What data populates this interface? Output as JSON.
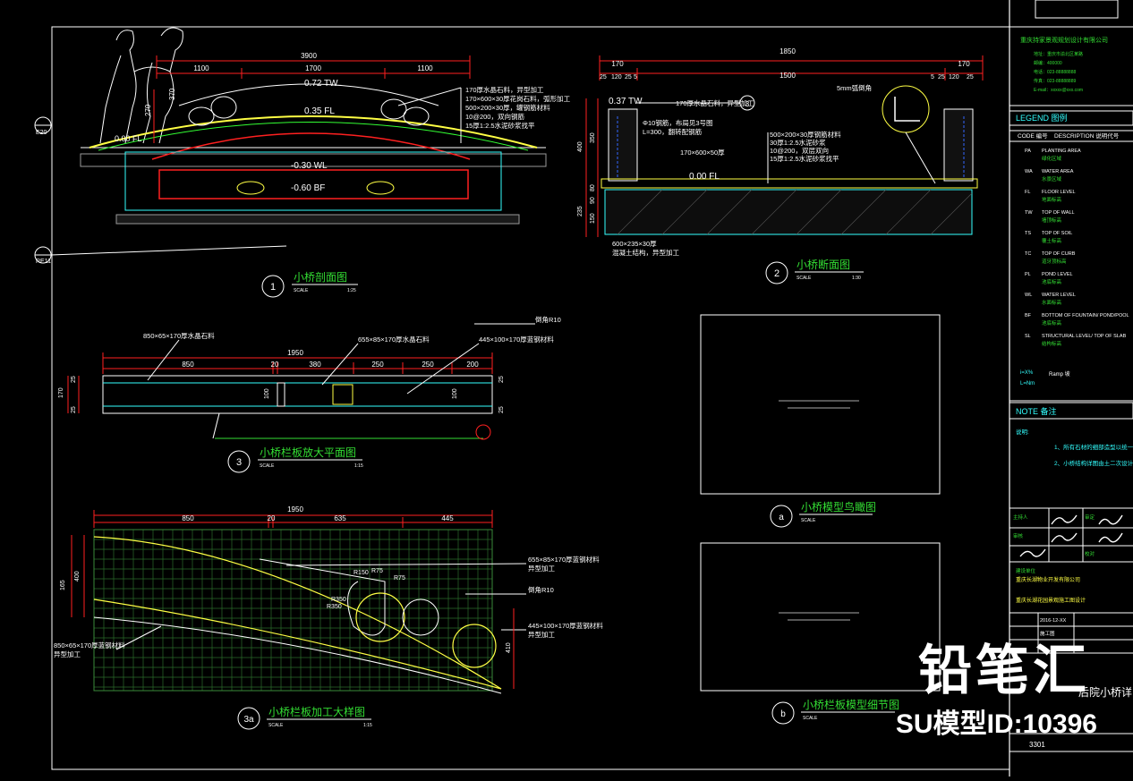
{
  "drawing": {
    "title_1": "小桥剖面图",
    "scale_1": "1:25",
    "title_2": "小桥断面图",
    "scale_2": "1:30",
    "title_3": "小桥栏板放大平面图",
    "scale_3": "1:15",
    "title_3a": "小桥栏板加工大样图",
    "scale_3a": "1:15",
    "title_a": "小桥模型鸟瞰图",
    "title_b": "小桥栏板模型细节图",
    "scale_label": "SCALE",
    "num_1": "1",
    "num_2": "2",
    "num_3": "3",
    "num_3a": "3a",
    "num_a": "a",
    "num_b": "b"
  },
  "section1": {
    "dim_total": "3900",
    "dim_left": "1100",
    "dim_mid": "1700",
    "dim_right": "1100",
    "tw": "0.72 TW",
    "fl": "0.35 FL",
    "wl": "-0.30 WL",
    "bf": "-0.60 BF",
    "fl0": "0.00 FL",
    "dim_370": "370",
    "dim_270": "270",
    "tag_ref": "E20",
    "tag_ref2": "RE11",
    "notes": [
      "170厚水晶石料，异型加工",
      "170×600×30厚花岗石料，弧形加工",
      "500×200×30厚，罐钢筋材料",
      "10@200，双向钢筋",
      "15厚1:2.5水泥砂浆找平"
    ]
  },
  "section2": {
    "dim_total": "1850",
    "dim_a": "170",
    "dim_b": "1500",
    "dim_c": "170",
    "dims_small": [
      "25",
      "120",
      "25",
      "5",
      "5",
      "25",
      "120",
      "25"
    ],
    "tw": "0.37 TW",
    "fl": "0.00 FL",
    "callout": "3",
    "note_5mm": "5mm弧倒角",
    "notes": [
      "170厚水晶石料，异型加工",
      "Φ10钢筋，布局见3号图",
      "L=300，翻转配钢筋",
      "170×600×50厚",
      "500×200×30厚钢筋材料",
      "30厚1:2.5水泥砂浆",
      "10@200，双层双向",
      "15厚1:2.5水泥砂浆找平"
    ],
    "bottom_note": "600×235×30厚",
    "bottom_note2": "混凝土结构，异型加工",
    "dims_v": [
      "400",
      "350",
      "80",
      "150",
      "235",
      "90"
    ]
  },
  "plan3": {
    "dim_total": "1950",
    "dims": [
      "850",
      "20",
      "380",
      "250",
      "250",
      "200"
    ],
    "labels": [
      "850×65×170厚水晶石料",
      "655×85×170厚水晶石料",
      "445×100×170厚蓝钢材料",
      "倒角R10"
    ],
    "v_dims": [
      "170",
      "25",
      "25",
      "100",
      "100",
      "25",
      "25"
    ]
  },
  "detail3a": {
    "dim_total": "1950",
    "dims": [
      "850",
      "20",
      "635",
      "445"
    ],
    "v_dims": [
      "165",
      "400",
      "410"
    ],
    "labels": [
      "655×85×170厚蓝钢材料",
      "异型加工",
      "倒角R10",
      "445×100×170厚蓝钢材料",
      "异型加工",
      "850×65×170厚蓝钢材料",
      "异型加工"
    ],
    "radii": [
      "R350",
      "R350",
      "R150",
      "R75",
      "R75"
    ]
  },
  "legend": {
    "header": "LEGEND 图例",
    "code": "CODE 编号",
    "desc": "DESCRIPTION 说明代号",
    "items": [
      {
        "code": "PA",
        "en": "PLANTING AREA",
        "cn": "绿化区域"
      },
      {
        "code": "WA",
        "en": "WATER AREA",
        "cn": "水景区域"
      },
      {
        "code": "FL",
        "en": "FLOOR LEVEL",
        "cn": "地面标高"
      },
      {
        "code": "TW",
        "en": "TOP OF WALL",
        "cn": "墙顶标高"
      },
      {
        "code": "TS",
        "en": "TOP OF SOIL",
        "cn": "覆土标高"
      },
      {
        "code": "TC",
        "en": "TOP OF CURB",
        "cn": "道牙顶标高"
      },
      {
        "code": "PL",
        "en": "POND LEVEL",
        "cn": "池底标高"
      },
      {
        "code": "WL",
        "en": "WATER LEVEL",
        "cn": "水面标高"
      },
      {
        "code": "BF",
        "en": "BOTTOM OF FOUNTAIN/ POND/POOL",
        "cn": "池底标高"
      },
      {
        "code": "SL",
        "en": "STRUCTURAL LEVEL/ TOP OF SLAB",
        "cn": "结构标高"
      }
    ],
    "ramp1": "i=X%",
    "ramp2": "L=Nm",
    "ramp_note": "Ramp 坡"
  },
  "note": {
    "header": "NOTE 备注",
    "label": "说明:",
    "items": [
      "1、所有石材的细部造型以统一",
      "2、小桥结构详图由土二次设计。"
    ]
  },
  "title_block": {
    "company": "重庆持家景观规划设计有限公司",
    "addr": [
      "地址：重庆市渝北区某路",
      "邮编：400000",
      "电话：023-88888888",
      "传真：023-88888889",
      "E-mail：xxxxx@xxx.com"
    ],
    "sign_rows": [
      "主持人",
      "审定",
      "审核",
      "校对"
    ],
    "client_label": "建设单位",
    "client": "重庆长湖物业开发有限公司",
    "project": "重庆长湖花园景观施工图设计",
    "date": "2016-12-XX",
    "sheet_title": "后院小桥详图",
    "sheet_no": "3301",
    "stage": "施工图"
  },
  "watermark": {
    "brand": "铅笔汇",
    "model_id": "SU模型ID:10396"
  },
  "colors": {
    "bg": "#000000",
    "white": "#ffffff",
    "red": "#ff2020",
    "green": "#33dd33",
    "cyan": "#33ffff",
    "yellow": "#ffff44",
    "blue": "#3366ff",
    "grey": "#9a9a9a"
  }
}
